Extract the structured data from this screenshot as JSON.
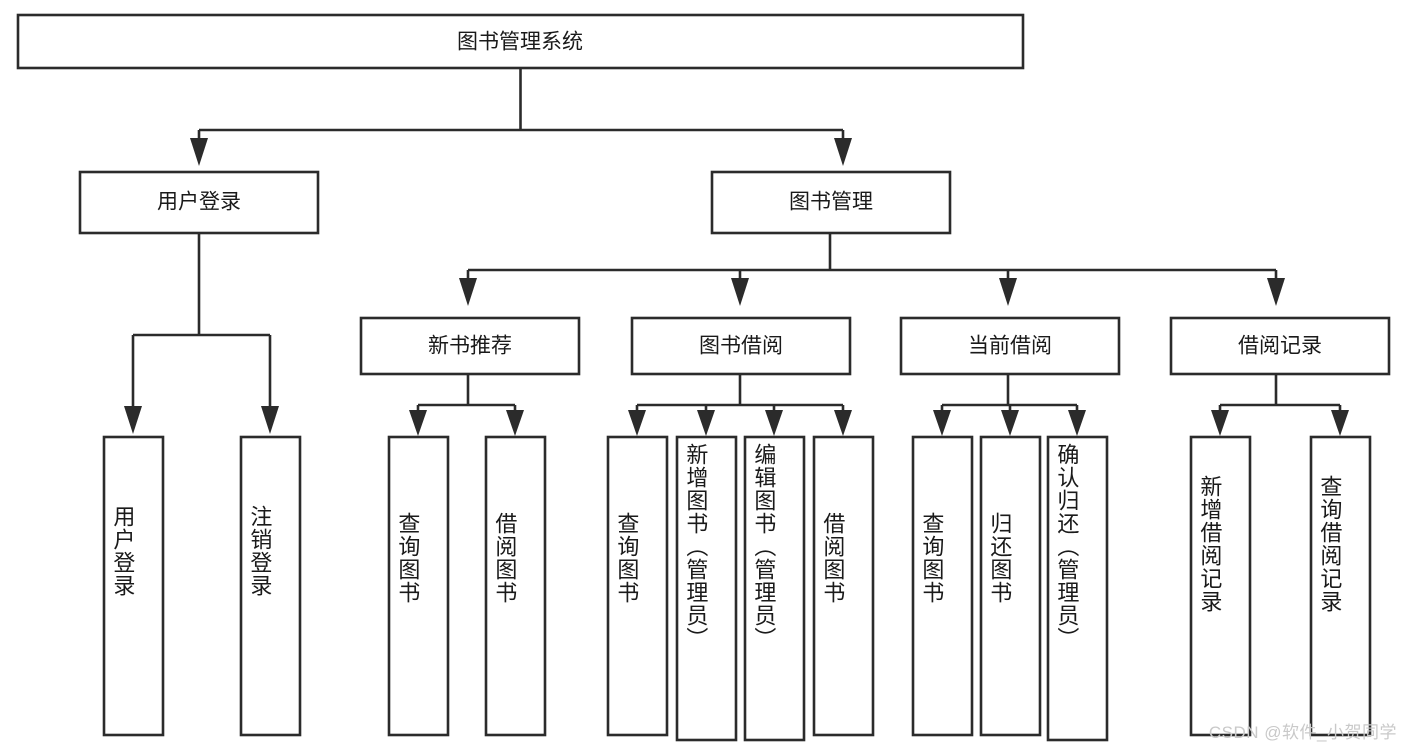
{
  "diagram": {
    "title": "图书管理系统",
    "type": "tree-hierarchy-diagram",
    "colors": {
      "box_fill": "#ffffff",
      "box_stroke": "#2b2b2b",
      "text": "#1a1a1a",
      "background": "#ffffff",
      "watermark": "#c9c9c9"
    },
    "root": {
      "label": "图书管理系统"
    },
    "level2": [
      {
        "label": "用户登录"
      },
      {
        "label": "图书管理"
      }
    ],
    "level3": [
      {
        "label": "新书推荐"
      },
      {
        "label": "图书借阅"
      },
      {
        "label": "当前借阅"
      },
      {
        "label": "借阅记录"
      }
    ],
    "leaves": {
      "user_login": [
        {
          "label": "用户登录"
        },
        {
          "label": "注销登录"
        }
      ],
      "new_book_recommend": [
        {
          "label": "查询图书"
        },
        {
          "label": "借阅图书"
        }
      ],
      "book_borrow": [
        {
          "label": "查询图书"
        },
        {
          "label": "新增图书（管理员）"
        },
        {
          "label": "编辑图书（管理员）"
        },
        {
          "label": "借阅图书"
        }
      ],
      "current_borrow": [
        {
          "label": "查询图书"
        },
        {
          "label": "归还图书"
        },
        {
          "label": "确认归还（管理员）"
        }
      ],
      "borrow_records": [
        {
          "label": "新增借阅记录"
        },
        {
          "label": "查询借阅记录"
        }
      ]
    }
  },
  "watermark": {
    "text": "CSDN @软件_小贺同学"
  }
}
